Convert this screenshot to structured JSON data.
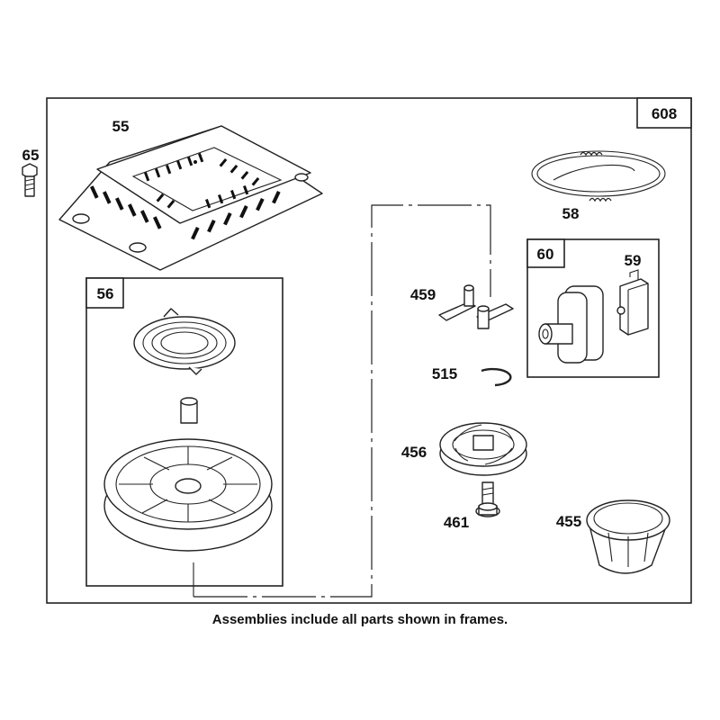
{
  "caption": "Assemblies include all parts shown in frames.",
  "frames": {
    "outer": "608",
    "starter_pulley": "56",
    "handle": "60"
  },
  "parts": {
    "screen": "55",
    "screw": "65",
    "rope": "58",
    "insert": "59",
    "dog": "459",
    "retainer": "515",
    "ratchet": "456",
    "screw_center": "461",
    "cup": "455"
  }
}
